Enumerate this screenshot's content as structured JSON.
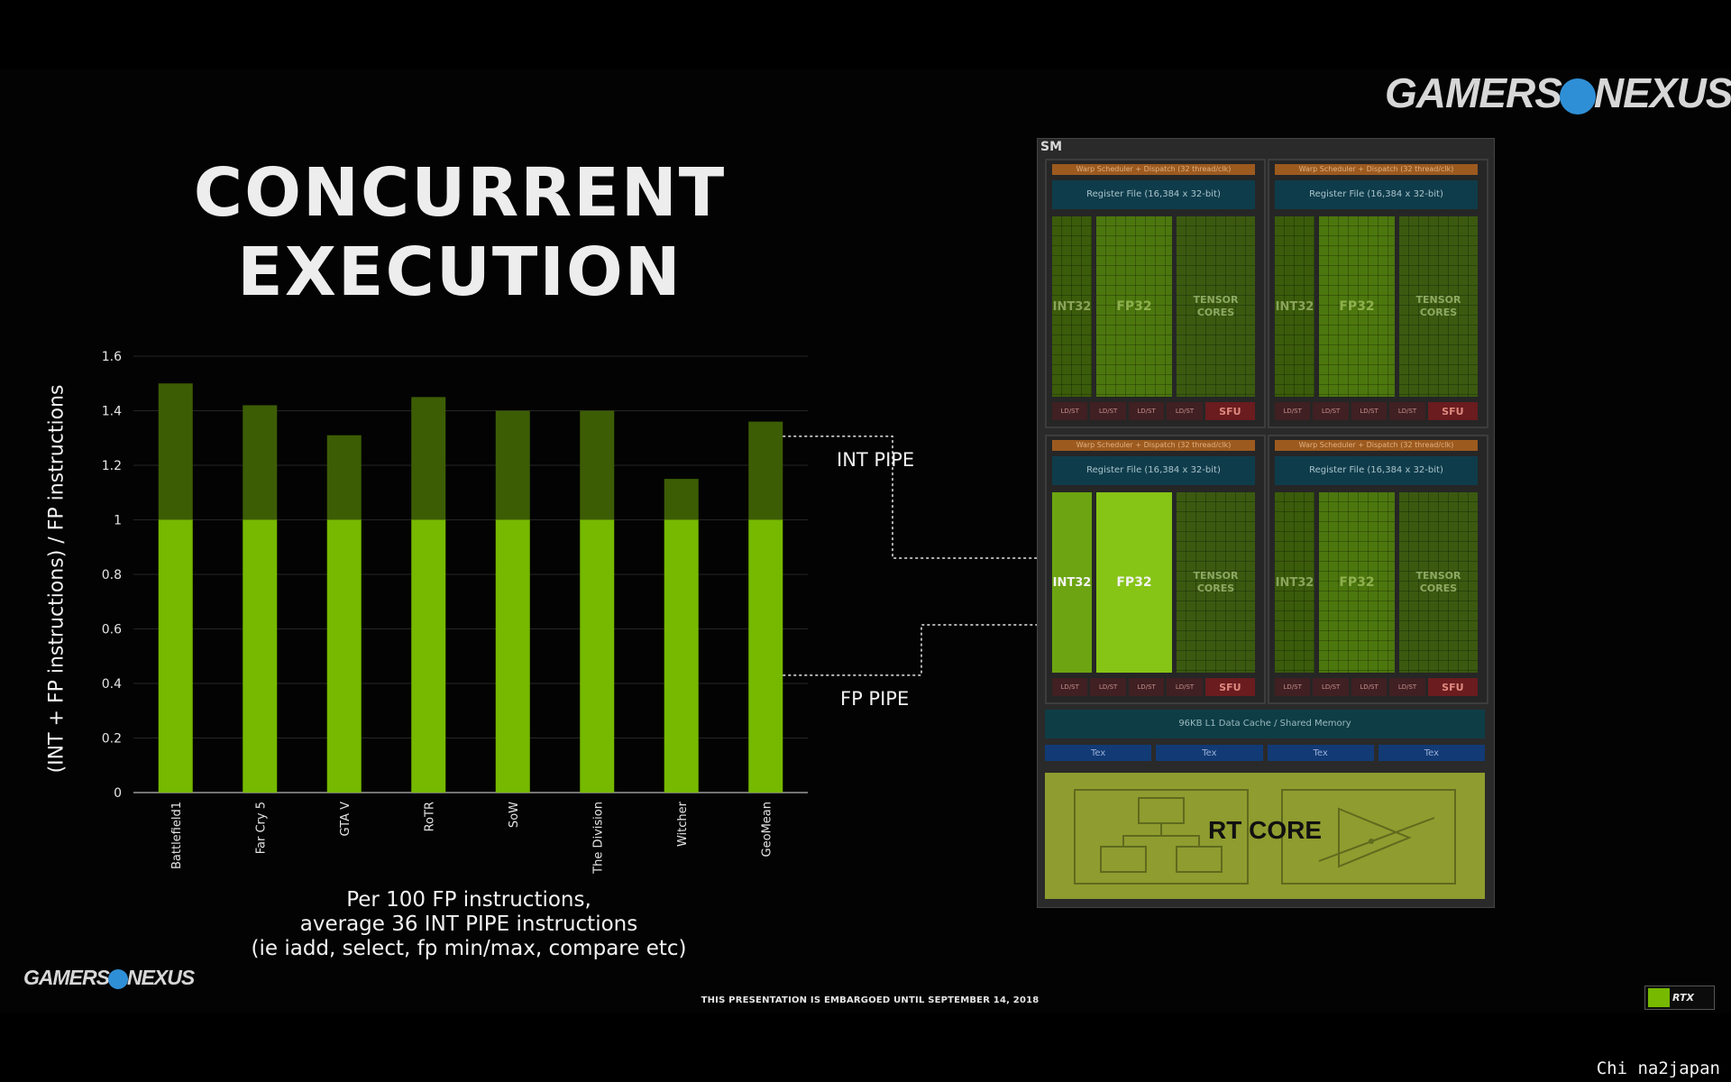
{
  "title": {
    "line1": "CONCURRENT",
    "line2": "EXECUTION"
  },
  "chart_data": {
    "type": "bar",
    "stacked": true,
    "ylabel": "(INT + FP instructions) / FP instructions",
    "xlabel": "",
    "ylim": [
      0,
      1.6
    ],
    "yticks": [
      0,
      0.2,
      0.4,
      0.6,
      0.8,
      1,
      1.2,
      1.4,
      1.6
    ],
    "ytick_labels": [
      "0",
      "0.2",
      "0.4",
      "0.6",
      "0.8",
      "1",
      "1.2",
      "1.4",
      "1.6"
    ],
    "grid": true,
    "categories": [
      "Battlefield1",
      "Far Cry 5",
      "GTA V",
      "RoTR",
      "SoW",
      "The Division",
      "Witcher",
      "GeoMean"
    ],
    "series": [
      {
        "name": "FP PIPE",
        "values": [
          1,
          1,
          1,
          1,
          1,
          1,
          1,
          1
        ],
        "color": "#76b900"
      },
      {
        "name": "INT PIPE",
        "values": [
          0.5,
          0.42,
          0.31,
          0.45,
          0.4,
          0.4,
          0.15,
          0.36
        ],
        "color": "#3d5d05"
      }
    ]
  },
  "annotations": {
    "int_pipe": "INT PIPE",
    "fp_pipe": "FP PIPE"
  },
  "caption": {
    "line1": "Per 100 FP instructions,",
    "line2": "average 36 INT PIPE instructions",
    "line3": "(ie iadd, select, fp min/max, compare etc)"
  },
  "sm_diagram": {
    "label": "SM",
    "warp_scheduler": "Warp Scheduler + Dispatch (32 thread/clk)",
    "register_file": "Register File (16,384 x 32-bit)",
    "int32": "INT32",
    "fp32": "FP32",
    "tensor_line1": "TENSOR",
    "tensor_line2": "CORES",
    "ldst": "LD/ST",
    "sfu": "SFU",
    "l1_cache": "96KB L1 Data Cache / Shared Memory",
    "tex": "Tex",
    "rt_core": "RT CORE"
  },
  "branding": {
    "logo_left": "GAMERS",
    "logo_right": "NEXUS",
    "embargo": "THIS PRESENTATION IS EMBARGOED UNTIL SEPTEMBER 14, 2018",
    "rtx": "RTX",
    "watermark": "Chi na2japan"
  },
  "colors": {
    "fp": "#76b900",
    "int": "#3d5d05",
    "background": "#030303"
  }
}
